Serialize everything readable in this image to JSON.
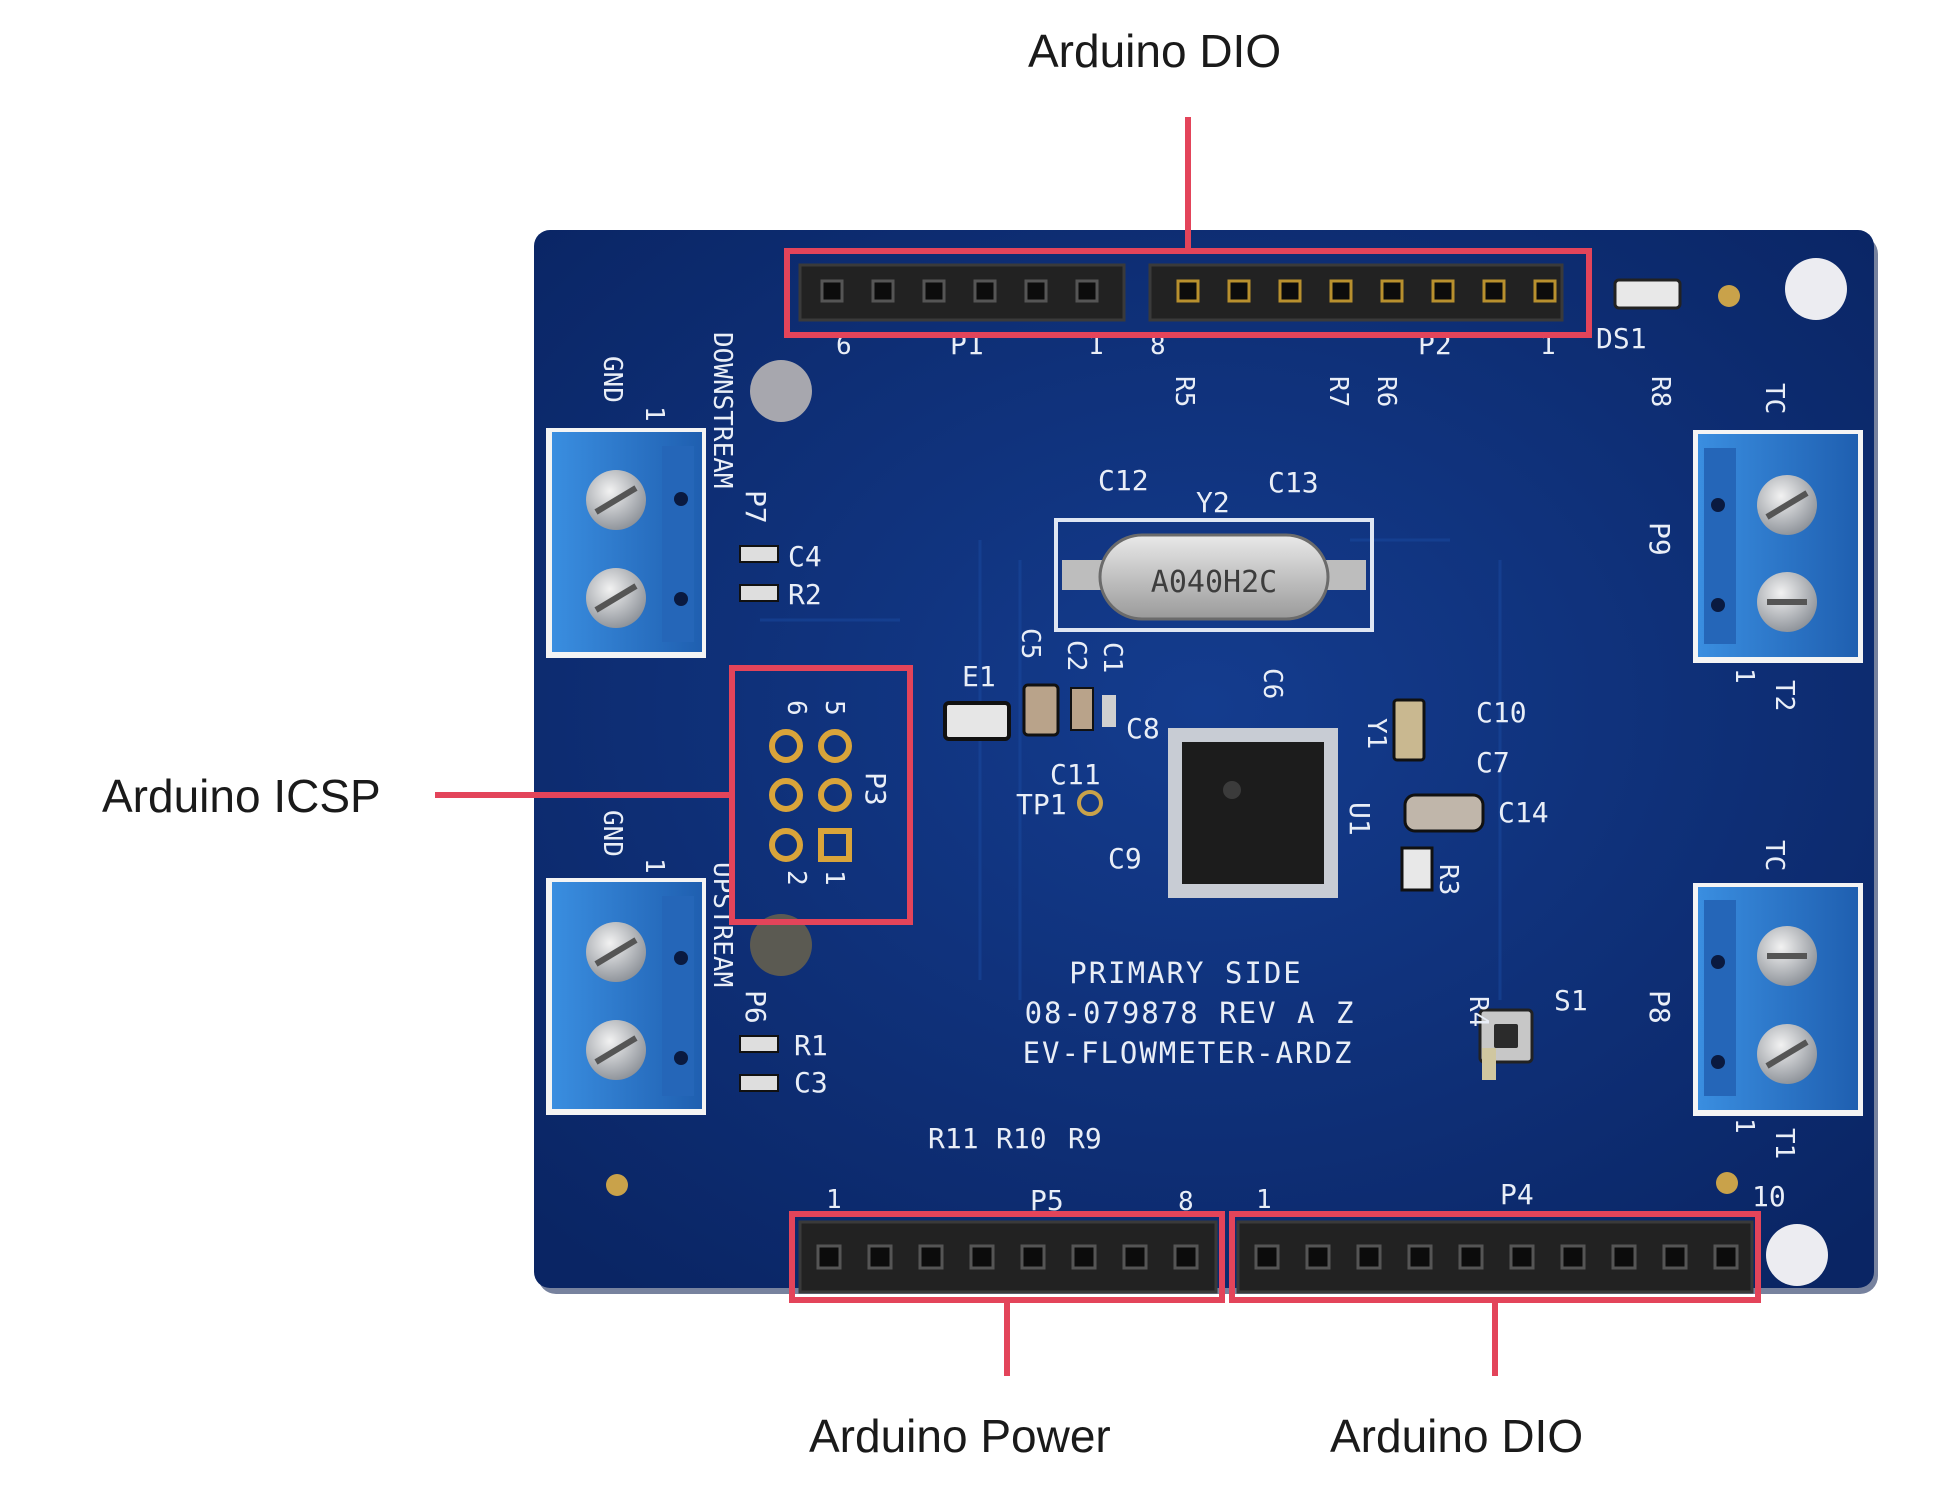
{
  "callouts": {
    "top_dio": "Arduino DIO",
    "icsp": "Arduino ICSP",
    "power": "Arduino Power",
    "bottom_dio": "Arduino DIO"
  },
  "colors": {
    "board": "#0d2f78",
    "callout": "#e3445a",
    "terminal": "#2f7fd0"
  },
  "silkscreen": {
    "p1": "P1",
    "p1_left": "6",
    "p1_right": "1",
    "p2": "P2",
    "p2_left": "8",
    "p2_right": "1",
    "ds1": "DS1",
    "r5": "R5",
    "r7": "R7",
    "r6": "R6",
    "r8": "R8",
    "gnd_top": "GND",
    "one_top": "1",
    "downstream": "DOWNSTREAM",
    "p7": "P7",
    "c4": "C4",
    "r2": "R2",
    "tc_top": "TC",
    "p9": "P9",
    "t2": "T2",
    "one_t2": "1",
    "c12": "C12",
    "y2": "Y2",
    "c13": "C13",
    "crystal": "A040H2C",
    "c5": "C5",
    "c2": "C2",
    "c1": "C1",
    "e1": "E1",
    "c6": "C6",
    "c8": "C8",
    "c11": "C11",
    "tp1": "TP1",
    "c9": "C9",
    "u1": "U1",
    "c10": "C10",
    "y1": "Y1",
    "c7": "C7",
    "c14": "C14",
    "r3": "R3",
    "icsp_6": "6",
    "icsp_5": "5",
    "icsp_2": "2",
    "icsp_1": "1",
    "p3": "P3",
    "gnd_bottom": "GND",
    "one_bottom": "1",
    "upstream": "UPSTREAM",
    "p6": "P6",
    "r1": "R1",
    "c3": "C3",
    "tc_bottom": "TC",
    "p8": "P8",
    "t1": "T1",
    "one_t1": "1",
    "primary_side": "PRIMARY SIDE",
    "rev": "08-079878 REV A Z",
    "model": "EV-FLOWMETER-ARDZ",
    "r4": "R4",
    "s1": "S1",
    "r11": "R11",
    "r10": "R10",
    "r9": "R9",
    "p5_left": "1",
    "p5": "P5",
    "p5_right": "8",
    "p4_left": "1",
    "p4": "P4",
    "p4_right": "10"
  }
}
